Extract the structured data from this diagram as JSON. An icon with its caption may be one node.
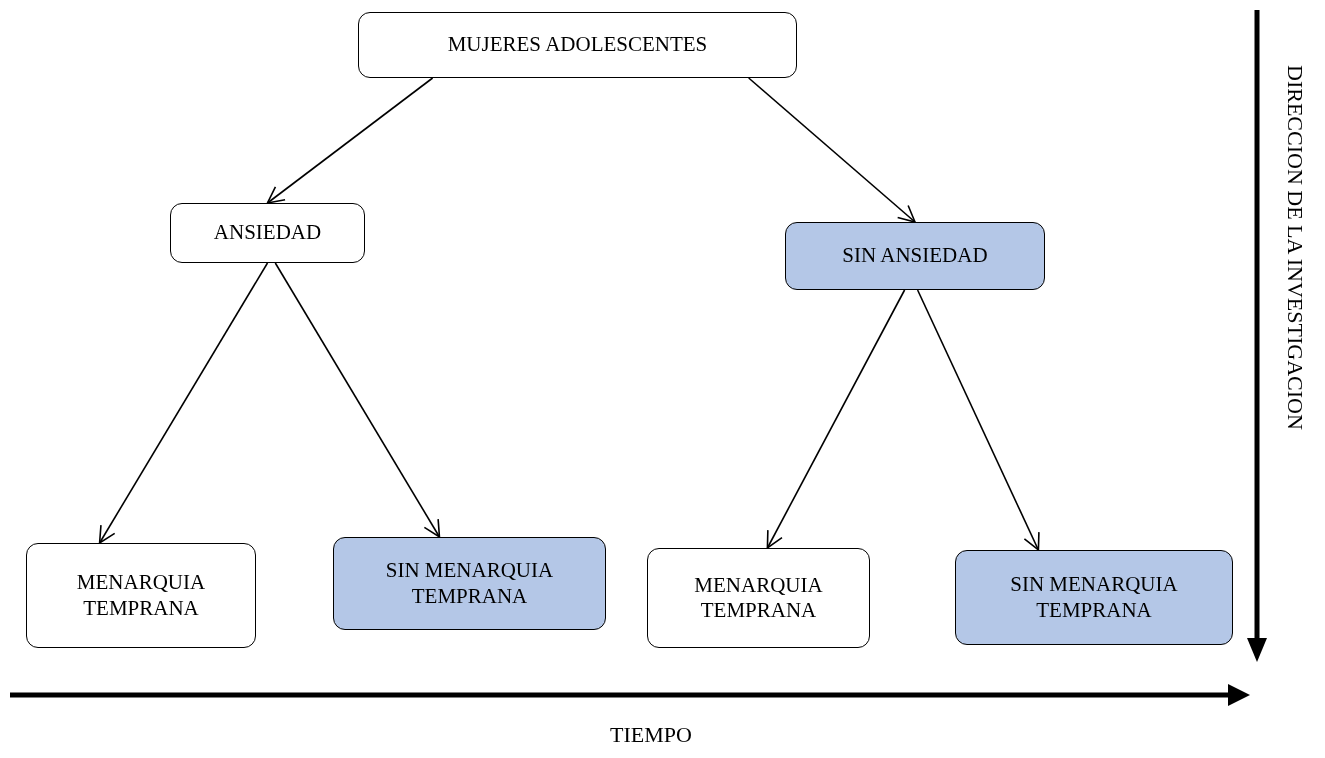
{
  "diagram": {
    "nodes": [
      {
        "text": [
          "MUJERES ADOLESCENTES"
        ]
      },
      {
        "text": [
          "ANSIEDAD"
        ]
      },
      {
        "text": [
          "SIN ANSIEDAD"
        ]
      },
      {
        "text": [
          "MENARQUIA TEMPRANA"
        ]
      },
      {
        "text": [
          "SIN MENARQUIA TEMPRANA"
        ]
      },
      {
        "text": [
          "MENARQUIA TEMPRANA"
        ]
      },
      {
        "text": [
          "SIN MENARQUIA TEMPRANA"
        ]
      }
    ],
    "edges": [
      {
        "from": 0,
        "to": 1,
        "arrow": "to"
      },
      {
        "from": 0,
        "to": 2,
        "arrow": "to"
      },
      {
        "from": 1,
        "to": 3,
        "arrow": "to"
      },
      {
        "from": 1,
        "to": 4,
        "arrow": "to"
      },
      {
        "from": 2,
        "to": 5,
        "arrow": "to"
      },
      {
        "from": 2,
        "to": 6,
        "arrow": "to"
      }
    ],
    "labels": [
      "DIRECCION DE LA INVESTIGACION",
      "TIEMPO"
    ]
  }
}
